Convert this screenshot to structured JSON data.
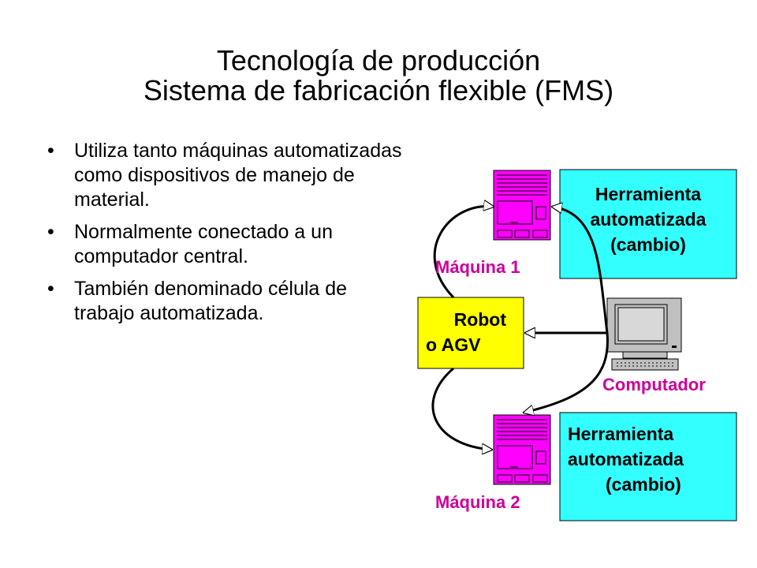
{
  "title": {
    "line1": "Tecnología de producción",
    "line2": "Sistema de fabricación flexible (FMS)"
  },
  "bullets": [
    "Utiliza tanto máquinas automatizadas como dispositivos de manejo de material.",
    "Normalmente conectado a un computador central.",
    "También denominado célula de trabajo automatizada."
  ],
  "diagram": {
    "machine1_label": "Máquina 1",
    "machine2_label": "Máquina 2",
    "computer_label": "Computador",
    "robot_line1": "Robot",
    "robot_line2": "o AGV",
    "tool1_line1": "Herramienta",
    "tool1_line2": "automatizada",
    "tool1_line3": "(cambio)",
    "tool2_line1": "Herramienta",
    "tool2_line2": "automatizada",
    "tool2_line3": "(cambio)"
  },
  "colors": {
    "machine": "#ff00ff",
    "label": "#cc0099",
    "tool_box": "#33ffff",
    "robot_box": "#ffff00",
    "computer": "#c0c0c0"
  }
}
